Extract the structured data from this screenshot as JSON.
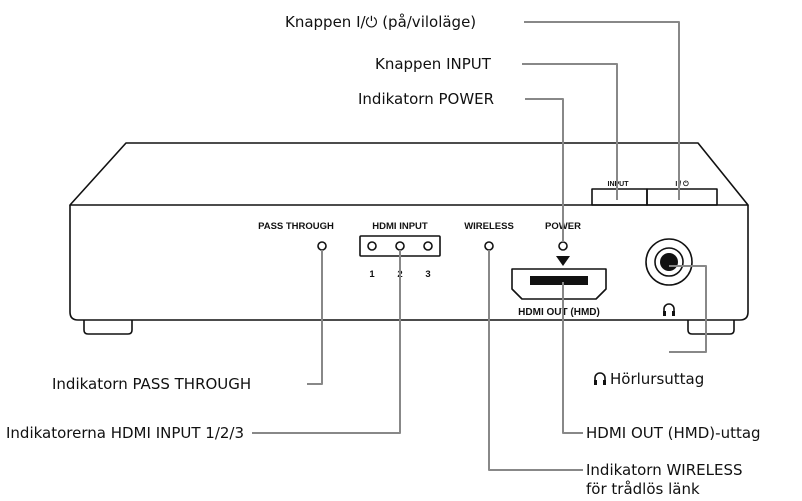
{
  "device_labels": {
    "pass_through": "PASS THROUGH",
    "hdmi_input": "HDMI INPUT",
    "hdmi_input_1": "1",
    "hdmi_input_2": "2",
    "hdmi_input_3": "3",
    "wireless": "WIRELESS",
    "power": "POWER",
    "hdmi_out": "HDMI OUT (HMD)",
    "input_button": "INPUT",
    "power_button": "I / ⏻",
    "headphone_symbol": "🎧"
  },
  "callouts": {
    "power_button": "Knappen I/⏻ (på/viloläge)",
    "input_button": "Knappen INPUT",
    "power_indicator": "Indikatorn POWER",
    "pass_through": "Indikatorn PASS THROUGH",
    "hdmi_input": "Indikatorerna HDMI INPUT 1/2/3",
    "headphone_jack": "Hörlursuttag",
    "headphone_jack_icon": "headphone-icon",
    "hdmi_out": "HDMI OUT (HMD)-uttag",
    "wireless_line1": "Indikatorn WIRELESS",
    "wireless_line2": "för trådlös länk"
  },
  "colors": {
    "leader_line": "#888888",
    "outline": "#111111"
  }
}
